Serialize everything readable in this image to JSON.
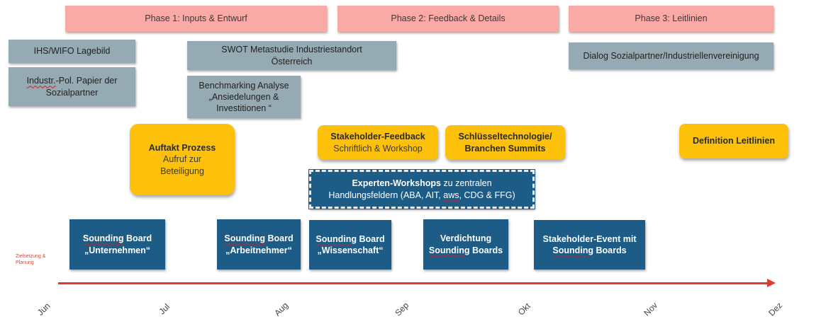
{
  "phases": [
    {
      "label": "Phase 1: Inputs & Entwurf"
    },
    {
      "label": "Phase 2: Feedback & Details"
    },
    {
      "label": "Phase 3: Leitlinien"
    }
  ],
  "inputs": {
    "ihs_wifo": "IHS/WIFO Lagebild",
    "papier_line1_spell": "Industr.",
    "papier_line1_rest": "-Pol.  Papier der",
    "papier_line2": "Sozialpartner",
    "swot_line1": "SWOT Metastudie Industriestandort",
    "swot_line2": "Österreich",
    "benchmark_line1": "Benchmarking Analyse",
    "benchmark_line2": "„Ansiedelungen &",
    "benchmark_line3": "Investitionen “",
    "dialog": "Dialog Sozialpartner/Industriellenvereinigung"
  },
  "activities": {
    "auftakt_title": "Auftakt Prozess",
    "auftakt_line2": "Aufruf zur",
    "auftakt_line3": "Beteiligung",
    "stakeholder_title": "Stakeholder-Feedback",
    "stakeholder_sub": "Schriftlich & Workshop",
    "schluessel_line1": "Schlüsseltechnologie/",
    "schluessel_line2": "Branchen Summits",
    "definition": "Definition Leitlinien",
    "experten_bold": "Experten-Workshops",
    "experten_rest": " zu zentralen",
    "experten_line2_a": "Handlungsfeldern (ABA, AIT, ",
    "experten_line2_spell": "aws",
    "experten_line2_b": ", CDG & FFG)"
  },
  "sounding_boards": {
    "sounding_word": "Sounding",
    "board_word": " Board",
    "boards_word": " Boards",
    "unternehmen": "„Unternehmen“",
    "arbeitnehmer": "„Arbeitnehmer“",
    "wissenschaft": "„Wissenschaft“",
    "verdichtung": "Verdichtung",
    "stakeholder_event": "Stakeholder-Event mit"
  },
  "timeline": {
    "side_label_line1": "Zielsetzung &",
    "side_label_line2": "Planung",
    "months": [
      "Jun",
      "Jul",
      "Aug",
      "Sep",
      "Okt",
      "Nov",
      "Dez"
    ],
    "axis_color": "#e03a30"
  },
  "colors": {
    "phase": "#f9a9a6",
    "input": "#95aab2",
    "activity": "#fdc00b",
    "sounding_board": "#1c5c87"
  }
}
